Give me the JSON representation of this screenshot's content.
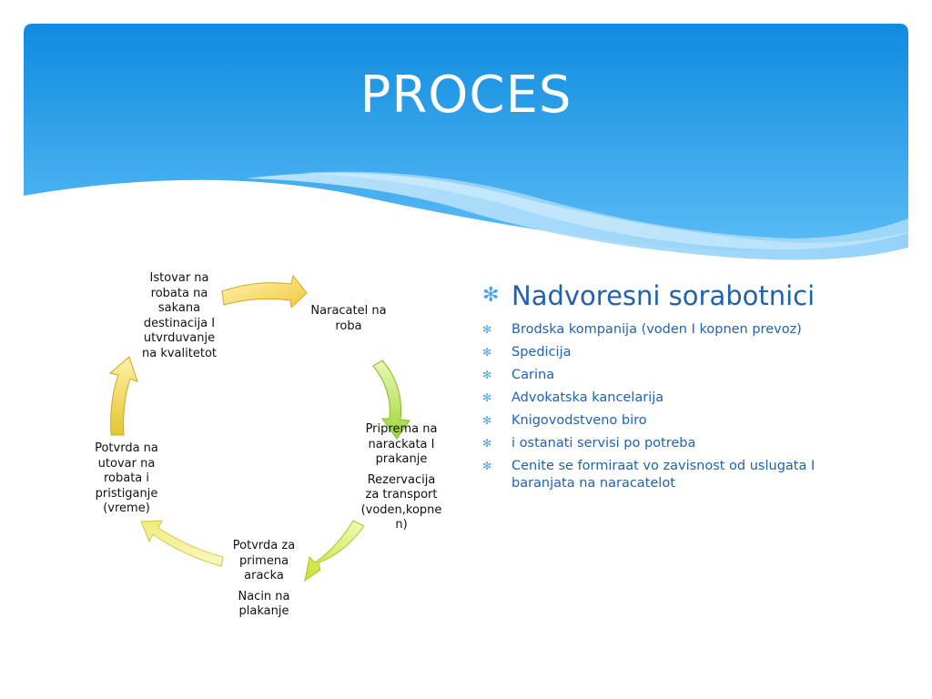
{
  "slide": {
    "title": "PROCES",
    "colors": {
      "banner_top": "#0f8be0",
      "banner_bottom": "#5bbcf5",
      "text_blue": "#1f62b0",
      "bullet_blue": "#4aa3e6"
    }
  },
  "cycle": {
    "nodes": [
      {
        "id": "importer",
        "paragraphs": [
          "Naracatel na\nroba"
        ]
      },
      {
        "id": "preparation",
        "paragraphs": [
          "Priprema na\nnarackata I\nprakanje",
          "Rezervacija\nza transport\n(voden,kopne\nn)"
        ]
      },
      {
        "id": "confirmation-receipt",
        "paragraphs": [
          "Potvrda za\nprimena\naracka",
          "Nacin na\nplakanje"
        ]
      },
      {
        "id": "confirmation-loading",
        "paragraphs": [
          "Potvrda na\nutovar na\nrobata i\npristiganje\n(vreme)"
        ]
      },
      {
        "id": "unloading",
        "paragraphs": [
          "Istovar na\nrobata na\nsakana\ndestinacija I\nutvrduvanje\nna kvalitetot"
        ]
      }
    ],
    "arrows": [
      {
        "id": "arrow-1",
        "color": "#f2c93a",
        "icon": "curved-arrow"
      },
      {
        "id": "arrow-2",
        "color": "#9fd43a",
        "icon": "curved-arrow"
      },
      {
        "id": "arrow-3",
        "color": "#c9e13a",
        "icon": "curved-arrow"
      },
      {
        "id": "arrow-4",
        "color": "#f0ec7a",
        "icon": "curved-arrow"
      },
      {
        "id": "arrow-5",
        "color": "#ecd64a",
        "icon": "curved-arrow"
      }
    ]
  },
  "collaborators": {
    "heading": "Nadvoresni sorabotnici",
    "bullet_icon": "asterisk-icon",
    "items": [
      "Brodska kompanija (voden I kopnen prevoz)",
      "Spedicija",
      "Carina",
      "Advokatska kancelarija",
      "Knigovodstveno biro",
      "i ostanati servisi po potreba",
      "Cenite se formiraat vo zavisnost od uslugata I baranjata na naracatelot"
    ]
  }
}
